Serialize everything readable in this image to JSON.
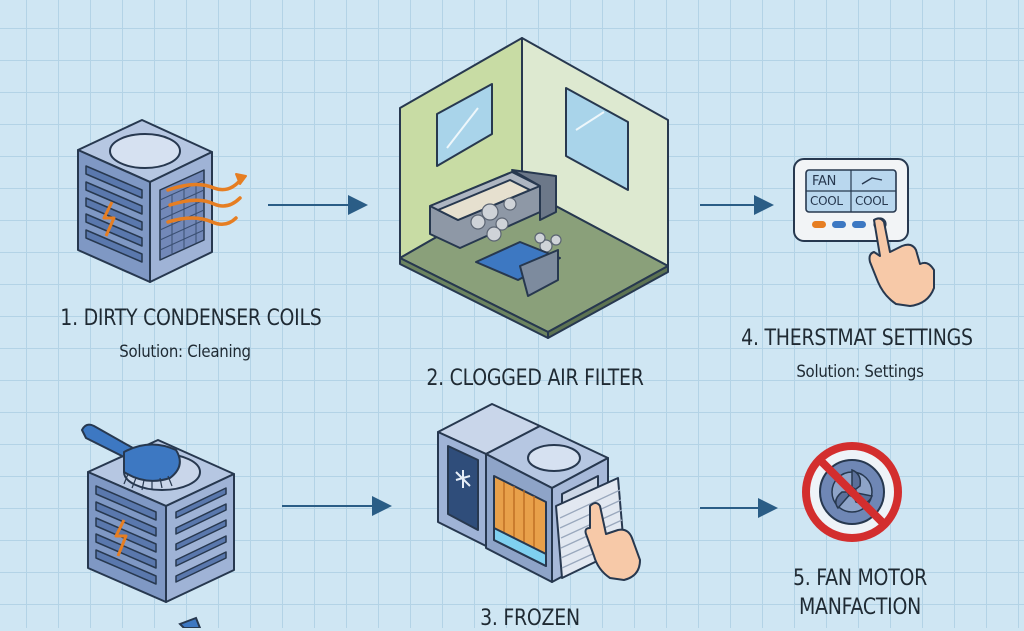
{
  "steps": [
    {
      "title": "1. DIRTY CONDENSER COILS",
      "solution": "Solution: Cleaning"
    },
    {
      "title": "2. CLOGGED AIR FILTER"
    },
    {
      "title": "3. FROZEN"
    },
    {
      "title": "4. THERSTMAT SETTINGS",
      "solution": "Solution: Settings"
    },
    {
      "title_line1": "5. FAN MOTOR",
      "title_line2": "MANFACTION"
    }
  ],
  "thermostat": {
    "row1_left": "FAN",
    "row2_left": "COOL",
    "row2_right": "COOL"
  },
  "colors": {
    "background": "#cfe6f3",
    "grid": "#b3d3e6",
    "arrow": "#2a5d86",
    "unit_body": "#8fa6c9",
    "prohibit": "#d32e2e",
    "airflow": "#e67e22",
    "text": "#1f2a33"
  }
}
